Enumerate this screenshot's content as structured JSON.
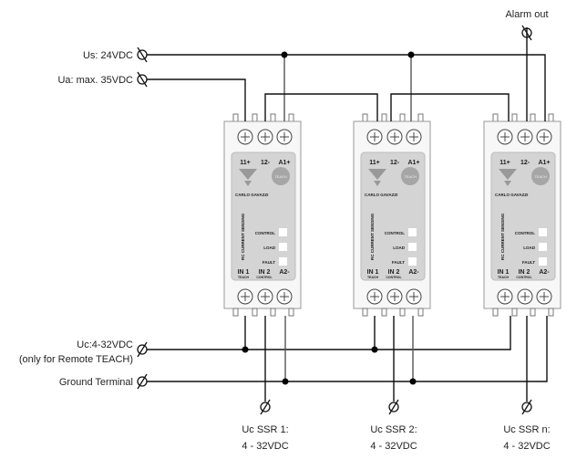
{
  "labels": {
    "us": "Us: 24VDC",
    "ua": "Ua: max. 35VDC",
    "alarm": "Alarm out",
    "uc_line1": "Uc:4-32VDC",
    "uc_line2": "(only for Remote TEACH)",
    "ground": "Ground Terminal",
    "ssr1_a": "Uc SSR 1:",
    "ssr1_b": "4 - 32VDC",
    "ssr2_a": "Uc SSR 2:",
    "ssr2_b": "4 - 32VDC",
    "ssrn_a": "Uc SSR n:",
    "ssrn_b": "4 - 32VDC"
  },
  "module": {
    "t1": "11+",
    "t2": "12-",
    "t3": "A1+",
    "teach_button": "TEACH",
    "brand": "CARLO GAVAZZI",
    "side_text": "RC CURRENT SENSING",
    "led_control": "CONTROL",
    "led_load": "LOAD",
    "led_fault": "FAULT",
    "b1": "IN 1",
    "b2": "IN 2",
    "b3": "A2-",
    "b1_sub": "TEACH",
    "b2_sub": "CONTROL"
  },
  "colors": {
    "panel": "#d4d4d4",
    "body": "#f7f7f7",
    "wire": "#111111"
  }
}
